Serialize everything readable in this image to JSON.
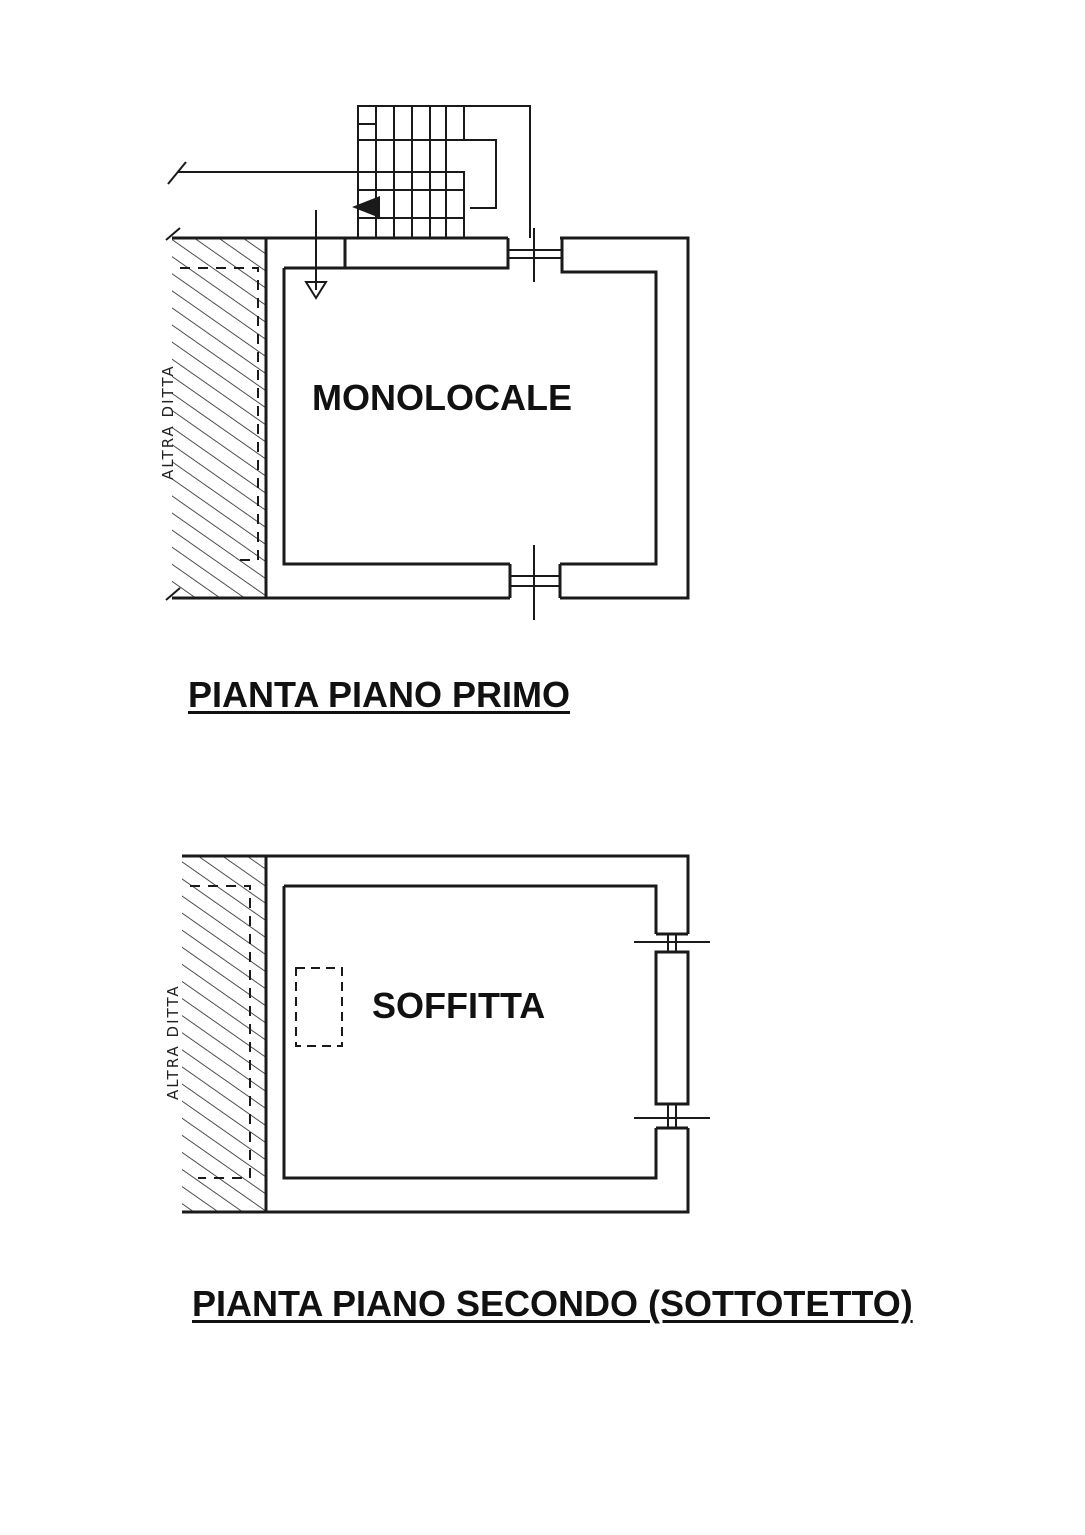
{
  "floor1": {
    "room_label": "MONOLOCALE",
    "neighbor_label": "ALTRA DITTA",
    "title": "PIANTA PIANO PRIMO"
  },
  "floor2": {
    "room_label": "SOFFITTA",
    "neighbor_label": "ALTRA DITTA",
    "title": "PIANTA PIANO SECONDO (SOTTOTETTO)"
  },
  "colors": {
    "ink": "#1a1a1a",
    "paper": "#ffffff"
  }
}
